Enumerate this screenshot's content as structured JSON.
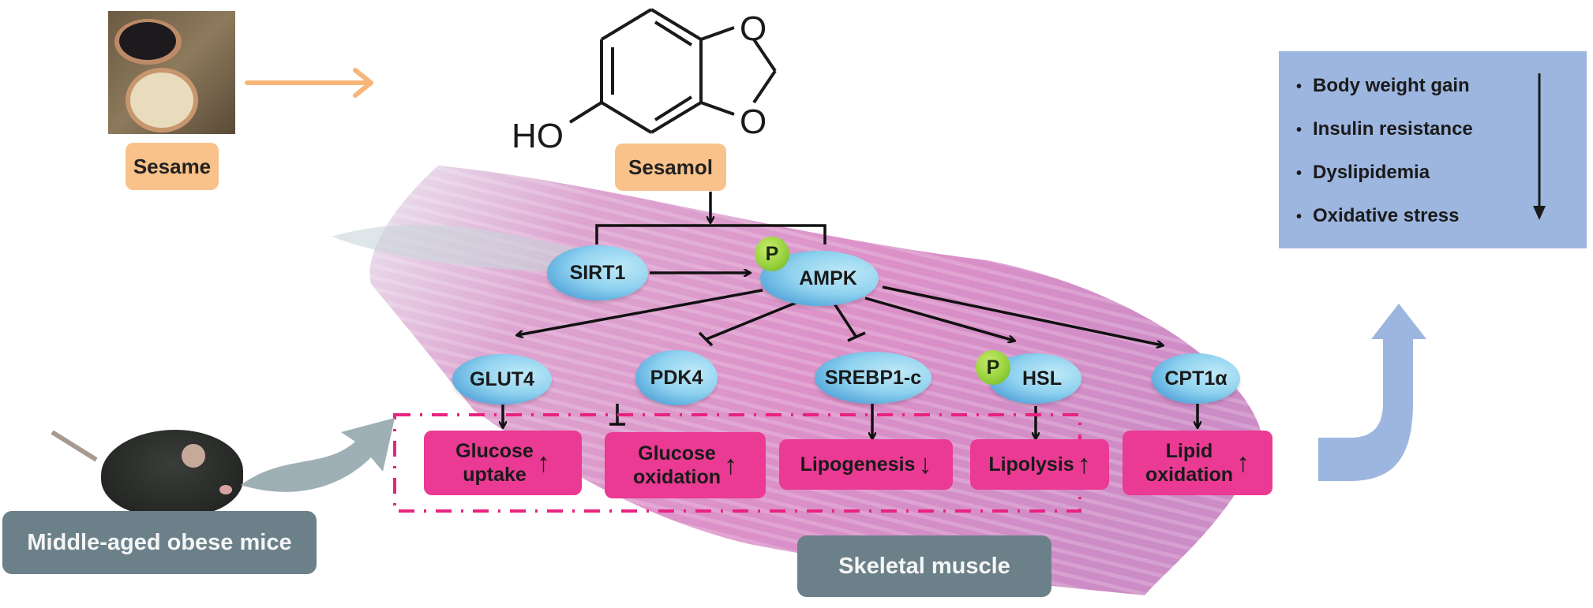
{
  "diagram": {
    "source": {
      "image_alt": "sesame seeds in wooden spoons",
      "label": "Sesame"
    },
    "compound": {
      "label": "Sesamol",
      "structure_atoms": {
        "hydroxyl": "HO",
        "oxygen_top": "O",
        "oxygen_bottom": "O"
      }
    },
    "model": {
      "image_alt": "black mouse",
      "label": "Middle-aged obese mice"
    },
    "tissue": {
      "label": "Skeletal muscle"
    },
    "upstream_nodes": [
      {
        "id": "sirt1",
        "label": "SIRT1",
        "phospho": false
      },
      {
        "id": "ampk",
        "label": "AMPK",
        "phospho": true
      }
    ],
    "phospho_label": "P",
    "targets": [
      {
        "id": "glut4",
        "label": "GLUT4",
        "phospho": false,
        "ampk_edge": "activates"
      },
      {
        "id": "pdk4",
        "label": "PDK4",
        "phospho": false,
        "ampk_edge": "inhibits"
      },
      {
        "id": "srebp1c",
        "label": "SREBP1-c",
        "phospho": false,
        "ampk_edge": "inhibits"
      },
      {
        "id": "hsl",
        "label": "HSL",
        "phospho": true,
        "ampk_edge": "activates"
      },
      {
        "id": "cpt1a",
        "label": "CPT1α",
        "phospho": false,
        "ampk_edge": "activates"
      }
    ],
    "effects": [
      {
        "line1": "Glucose",
        "line2": "uptake",
        "direction": "↑",
        "edge": "activates"
      },
      {
        "line1": "Glucose",
        "line2": "oxidation",
        "direction": "↑",
        "edge": "inhibits"
      },
      {
        "line1": "Lipogenesis",
        "line2": "",
        "direction": "↓",
        "edge": "activates"
      },
      {
        "line1": "Lipolysis",
        "line2": "",
        "direction": "↑",
        "edge": "activates"
      },
      {
        "line1": "Lipid",
        "line2": "oxidation",
        "direction": "↑",
        "edge": "activates"
      }
    ],
    "outcomes": {
      "items": [
        "Body weight gain",
        "Insulin resistance",
        "Dyslipidemia",
        "Oxidative stress"
      ],
      "bullet": "•",
      "direction": "decrease"
    },
    "colors": {
      "orange_label": "#f9c28a",
      "orange_arrow": "#f7b57a",
      "gray_label": "#6c8089",
      "effect_pink": "#ea3a93",
      "dash_pink": "#e8237f",
      "outcome_blue": "#9db6df",
      "node_blue": "#8fd2ef",
      "phospho_green": "#93cf3a",
      "muscle_pink": "#d98fc8"
    }
  }
}
